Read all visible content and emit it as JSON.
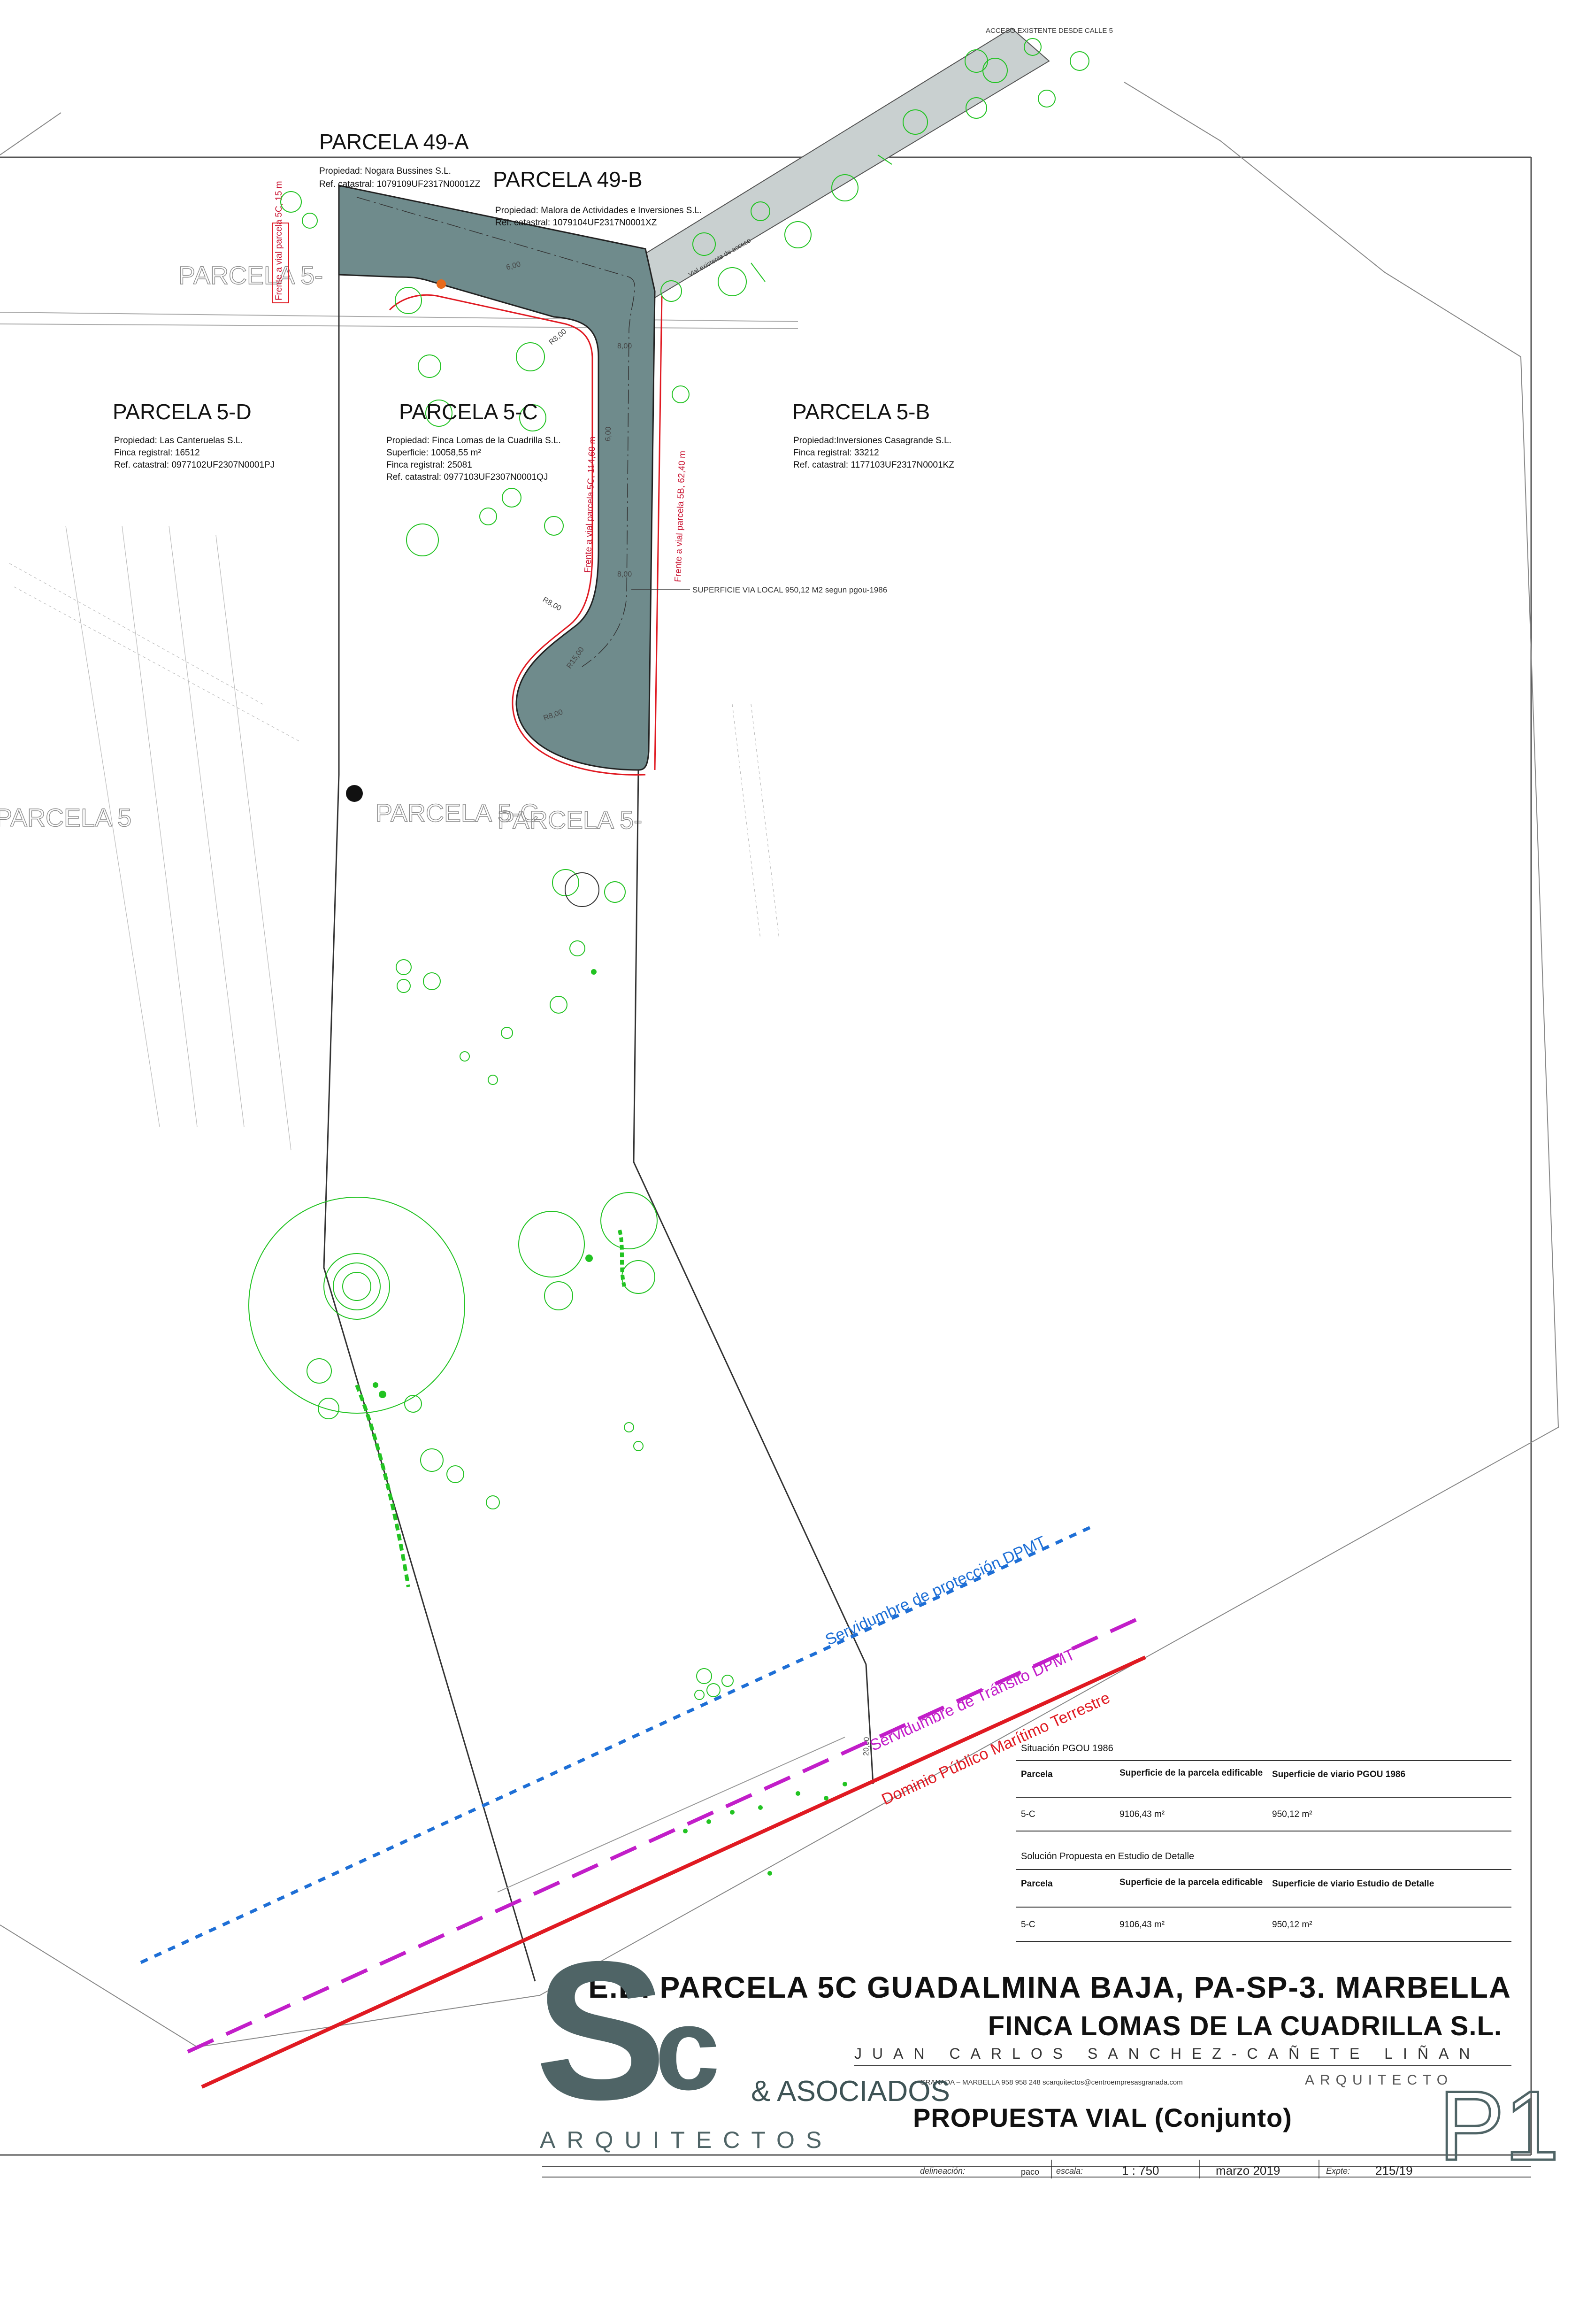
{
  "parcels": [
    {
      "name": "PARCELA 49-A",
      "owner": "Propiedad: Nogara Bussines S.L.",
      "ref": "Ref. catastral: 1079109UF2317N0001ZZ"
    },
    {
      "name": "PARCELA 49-B",
      "owner": "Propiedad: Malora de Actividades e Inversiones S.L.",
      "ref": "Ref. catastral: 1079104UF2317N0001XZ"
    },
    {
      "name": "PARCELA 5-D",
      "owner": "Propiedad: Las Canteruelas S.L.",
      "registry": "Finca registral: 16512",
      "ref": "Ref. catastral: 0977102UF2307N0001PJ"
    },
    {
      "name": "PARCELA 5-C",
      "owner": "Propiedad: Finca Lomas de la Cuadrilla S.L.",
      "surface": "Superficie: 10058,55 m²",
      "registry": "Finca registral: 25081",
      "ref": "Ref. catastral: 0977103UF2307N0001QJ"
    },
    {
      "name": "PARCELA 5-B",
      "owner": "Propiedad:Inversiones Casagrande S.L.",
      "registry": "Finca registral: 33212",
      "ref": "Ref. catastral: 1177103UF2317N0001KZ"
    }
  ],
  "annotations": {
    "access": "ACCESO EXISTENTE DESDE CALLE 5",
    "existing_road": "Vial existente de acceso",
    "front_49a": "Frente a vial parcela 5C, 15 m",
    "front_5c": "Frente a vial parcela 5C, 114,60 m",
    "front_5b": "Frente a vial parcela 5B, 62,40 m",
    "road_surface": "SUPERFICIE VIA LOCAL 950,12 M2 segun pgou-1986",
    "dims": [
      "8,00",
      "6,00",
      "6,00",
      "8,00",
      "R8,00",
      "R15,00",
      "R8,00",
      "R8,00",
      "20,00"
    ]
  },
  "legend_lines": {
    "blue": "Servidumbre de protección DPMT",
    "magenta": "Servidumbre de Tránsito DPMT",
    "red": "Dominio Público Marítimo Terrestre",
    "colors": {
      "blue": "#1e6fd6",
      "magenta": "#c21ec9",
      "red": "#e01a22",
      "road": "#6f8b8c",
      "vegetation": "#22c322"
    }
  },
  "table1": {
    "caption": "Situación PGOU 1986",
    "headers": [
      "Parcela",
      "Superficie de la parcela edificable",
      "Superficie de viario PGOU 1986"
    ],
    "row": [
      "5-C",
      "9106,43 m²",
      "950,12 m²"
    ]
  },
  "table2": {
    "caption": "Solución Propuesta en Estudio de Detalle",
    "headers": [
      "Parcela",
      "Superficie de la parcela edificable",
      "Superficie de viario Estudio de Detalle"
    ],
    "row": [
      "5-C",
      "9106,43 m²",
      "950,12 m²"
    ]
  },
  "title_block": {
    "line1": "E.D. PARCELA 5C GUADALMINA BAJA, PA-SP-3. MARBELLA",
    "line2": "FINCA LOMAS DE LA CUADRILLA S.L.",
    "architect": "JUAN CARLOS SANCHEZ-CAÑETE LIÑAN",
    "contact": "GRANADA – MARBELLA 958 958 248 scarquitectos@centroempresasgranada.com",
    "architect_word": "ARQUITECTO",
    "logo_asoc": "& ASOCIADOS",
    "logo_arq": "ARQUITECTOS",
    "plan_title": "PROPUESTA VIAL (Conjunto)",
    "sheet": "P1",
    "meta": [
      {
        "label": "delineación:",
        "value": "paco"
      },
      {
        "label": "escala:",
        "value": "1 : 750"
      },
      {
        "label": "",
        "value": "marzo 2019"
      },
      {
        "label": "Expte:",
        "value": "215/19"
      }
    ]
  }
}
